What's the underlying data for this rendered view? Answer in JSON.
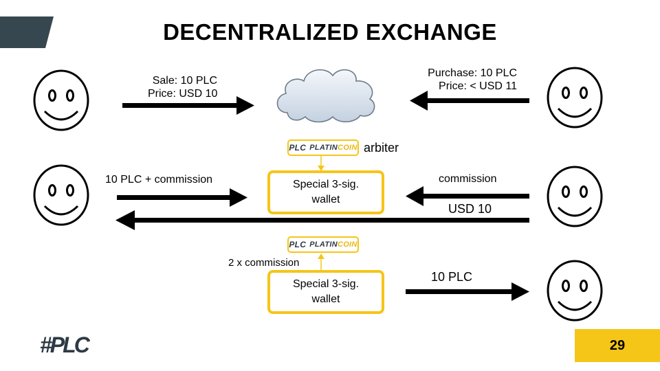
{
  "title": "DECENTRALIZED EXCHANGE",
  "sale": {
    "line1": "Sale: 10 PLC",
    "line2": "Price: USD 10"
  },
  "purchase": {
    "line1": "Purchase: 10 PLC",
    "line2": "Price: < USD 11"
  },
  "arbiter": "arbiter",
  "badge": {
    "plc": "PLC",
    "platin": "PLATIN",
    "coin": "COIN"
  },
  "plc_commission": "10 PLC + commission",
  "wallet": {
    "line1": "Special 3-sig.",
    "line2": "wallet"
  },
  "commission": "commission",
  "usd": "USD 10",
  "two_commission": "2 x commission",
  "plc_out": "10 PLC",
  "logo": "#PLC",
  "page_number": "29",
  "colors": {
    "accent": "#f5c518",
    "dark": "#37474f"
  },
  "icons": [
    "smiley-face-icon",
    "cloud-icon",
    "platincoin-logo",
    "plc-logo"
  ]
}
